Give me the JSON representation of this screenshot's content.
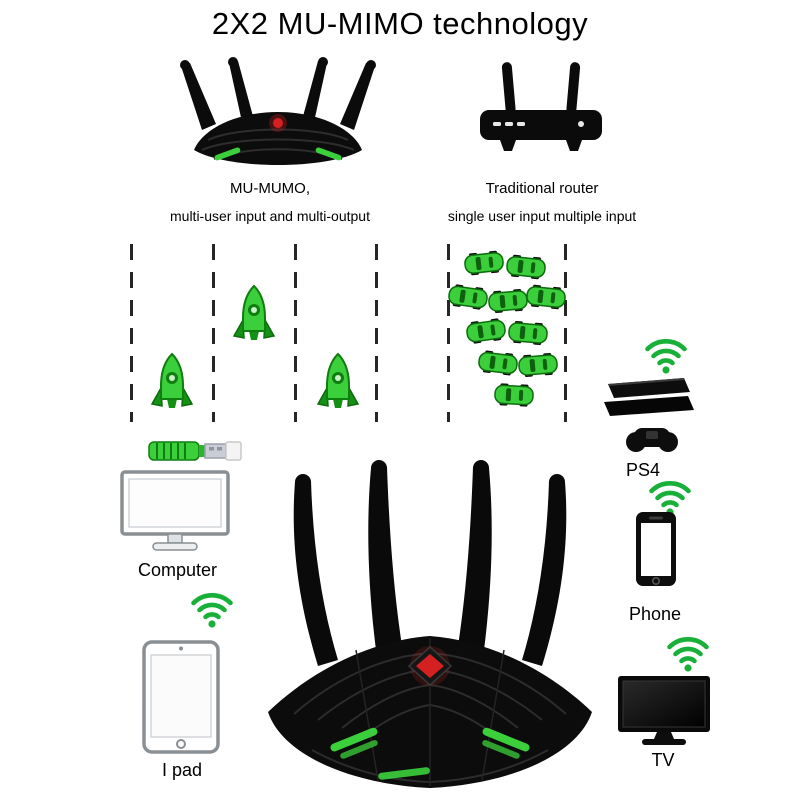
{
  "title": "2X2 MU-MIMO technology",
  "comparison": {
    "mumimo": {
      "heading": "MU-MUMO,",
      "subheading": "multi-user input and multi-output"
    },
    "traditional": {
      "heading": "Traditional router",
      "subheading": "single user input multiple input"
    }
  },
  "device_labels": {
    "computer": "Computer",
    "ipad": "I pad",
    "ps4": "PS4",
    "phone": "Phone",
    "tv": "TV"
  },
  "icons": {
    "mumimo_router": "gaming-router-icon",
    "traditional_router": "traditional-router-icon",
    "rocket": "rocket-icon",
    "car": "car-icon",
    "wifi": "wifi-signal-icon",
    "usb_adapter": "usb-wifi-adapter-icon",
    "computer": "computer-monitor-icon",
    "tablet": "tablet-icon",
    "ps4": "ps4-console-icon",
    "phone": "phone-icon",
    "tv": "tv-icon",
    "hero_router": "gaming-router-hero-icon"
  },
  "colors": {
    "green": "#3bcf3b",
    "green_dark": "#149114",
    "wifi_green": "#18b038",
    "red": "#d42020",
    "black": "#0b0b0b"
  }
}
